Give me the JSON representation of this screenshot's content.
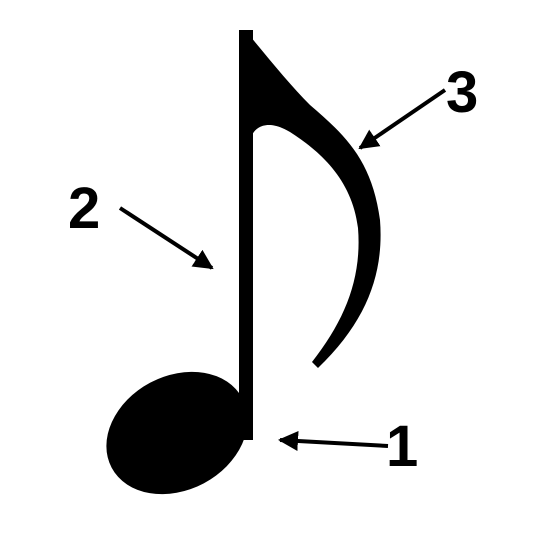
{
  "labels": {
    "part_1": "1",
    "part_2": "2",
    "part_3": "3"
  },
  "colors": {
    "ink": "#000000",
    "background": "#ffffff"
  }
}
